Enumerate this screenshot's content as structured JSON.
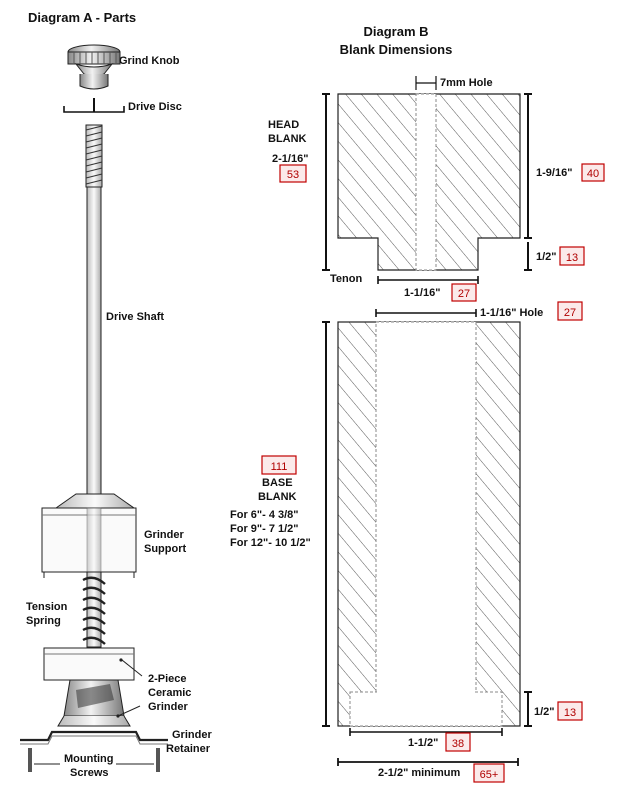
{
  "diagram_a": {
    "title": "Diagram A - Parts",
    "parts": {
      "grind_knob": "Grind Knob",
      "drive_disc": "Drive Disc",
      "drive_shaft": "Drive Shaft",
      "grinder_support_1": "Grinder",
      "grinder_support_2": "Support",
      "tension_spring_1": "Tension",
      "tension_spring_2": "Spring",
      "ceramic_1": "2-Piece",
      "ceramic_2": "Ceramic",
      "ceramic_3": "Grinder",
      "retainer_1": "Grinder",
      "retainer_2": "Retainer",
      "screws_1": "Mounting",
      "screws_2": "Screws"
    }
  },
  "diagram_b": {
    "title_1": "Diagram B",
    "title_2": "Blank Dimensions",
    "head_blank": {
      "label_1": "HEAD",
      "label_2": "BLANK",
      "height": "2-1/16\"",
      "height_mm": "53",
      "hole": "7mm Hole",
      "upper": "1-9/16\"",
      "upper_mm": "40",
      "tenon_len": "1/2\"",
      "tenon_len_mm": "13",
      "tenon": "Tenon",
      "tenon_dia": "1-1/16\"",
      "tenon_dia_mm": "27"
    },
    "base_blank": {
      "hole": "1-1/16\" Hole",
      "hole_mm": "27",
      "height_mm": "111",
      "label_1": "BASE",
      "label_2": "BLANK",
      "size_1": "For 6\"- 4 3/8\"",
      "size_2": "For 9\"- 7 1/2\"",
      "size_3": "For 12\"- 10 1/2\"",
      "recess_depth": "1/2\"",
      "recess_depth_mm": "13",
      "recess_dia": "1-1/2\"",
      "recess_dia_mm": "38",
      "min_width": "2-1/2\" minimum",
      "min_width_mm": "65+"
    }
  }
}
